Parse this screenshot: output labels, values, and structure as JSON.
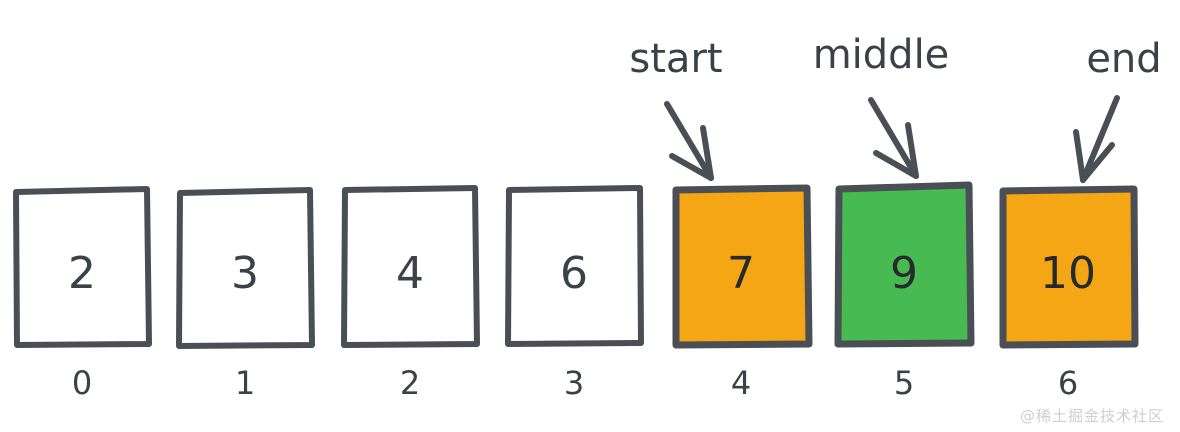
{
  "diagram": {
    "title": "binary-search-array",
    "background_color": "#ffffff",
    "stroke_color": "#4a4f55",
    "fill_white": "#ffffff",
    "fill_orange": "#f5a614",
    "fill_green": "#47ba52",
    "text_color": "#3c4148"
  },
  "array": {
    "cells": [
      {
        "index_label": "0",
        "value": "2",
        "fill": "white"
      },
      {
        "index_label": "1",
        "value": "3",
        "fill": "white"
      },
      {
        "index_label": "2",
        "value": "4",
        "fill": "white"
      },
      {
        "index_label": "3",
        "value": "6",
        "fill": "white"
      },
      {
        "index_label": "4",
        "value": "7",
        "fill": "orange"
      },
      {
        "index_label": "5",
        "value": "9",
        "fill": "green"
      },
      {
        "index_label": "6",
        "value": "10",
        "fill": "orange"
      }
    ]
  },
  "pointers": [
    {
      "label": "start",
      "target_index": "4",
      "arrow_direction": "down-right"
    },
    {
      "label": "middle",
      "target_index": "5",
      "arrow_direction": "down-right"
    },
    {
      "label": "end",
      "target_index": "6",
      "arrow_direction": "down-left"
    }
  ],
  "watermark": {
    "text": "@稀土掘金技术社区"
  }
}
